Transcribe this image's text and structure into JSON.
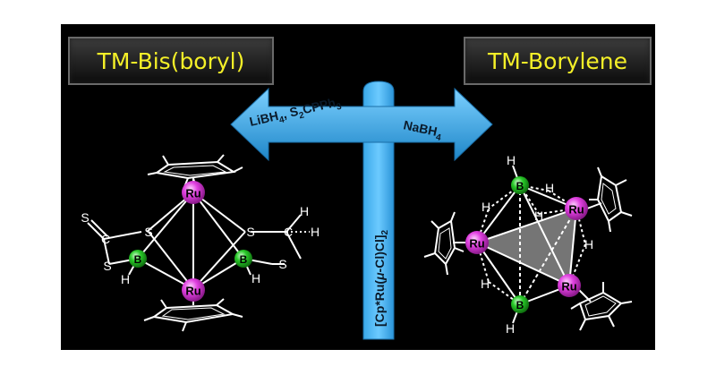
{
  "labels": {
    "left": "TM-Bis(boryl)",
    "right": "TM-Borylene"
  },
  "arrow": {
    "left_reagent_parts": [
      "LiBH",
      "4",
      ", S",
      "2",
      "CPPh",
      "3"
    ],
    "right_reagent_parts": [
      "NaBH",
      "4"
    ],
    "vertical_parts": [
      "[Cp*Ru(",
      "μ",
      "-Cl)Cl]",
      "2"
    ]
  },
  "atoms": {
    "ru": "Ru",
    "b": "B",
    "s": "S",
    "c": "C",
    "h": "H"
  },
  "colors": {
    "background": "#000000",
    "label_text": "#f5f028",
    "arrow_blue": "#2aa0e0",
    "ru_atom": "#e040e0",
    "b_atom": "#28c828",
    "bond": "#ffffff",
    "face": "#8a8a8a"
  }
}
